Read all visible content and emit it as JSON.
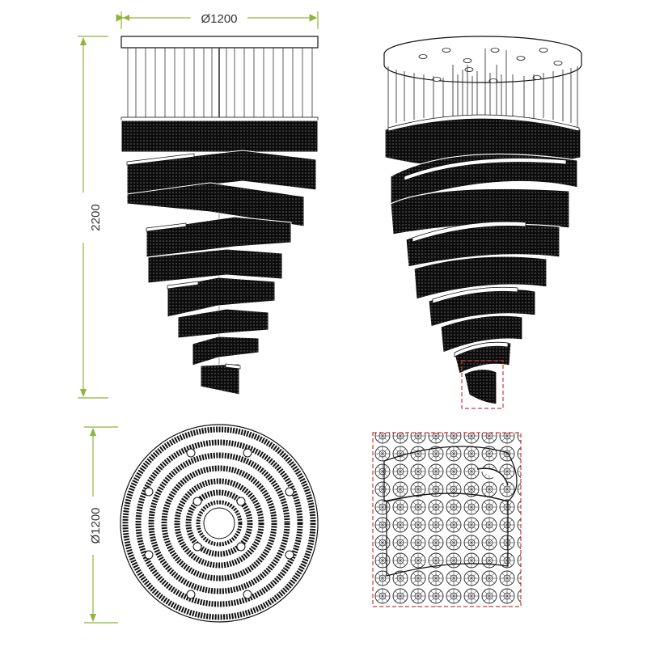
{
  "dimensions": {
    "top_width": "Ø1200",
    "height": "2200",
    "plan_diameter": "Ø1200"
  },
  "colors": {
    "dimension_line": "#8fb43a",
    "detail_frame": "#d23a3a",
    "line_art": "#111111",
    "text": "#333333"
  }
}
